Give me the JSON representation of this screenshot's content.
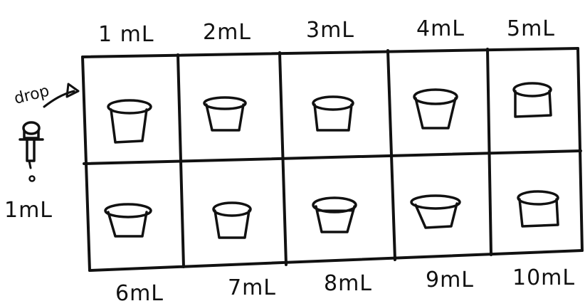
{
  "top_labels": [
    "1 mL",
    "2mL",
    "3mL",
    "4mL",
    "5mL"
  ],
  "bottom_labels": [
    "6mL",
    "7mL",
    "8mL",
    "9mL",
    "10mL"
  ],
  "dropper": {
    "label": "drop",
    "amount": "1mL",
    "icon": "dropper-icon"
  },
  "grid": {
    "rows": 2,
    "columns": 5
  },
  "cell_icon": "cup-icon",
  "colors": {
    "ink": "#111111",
    "paper": "#ffffff"
  }
}
